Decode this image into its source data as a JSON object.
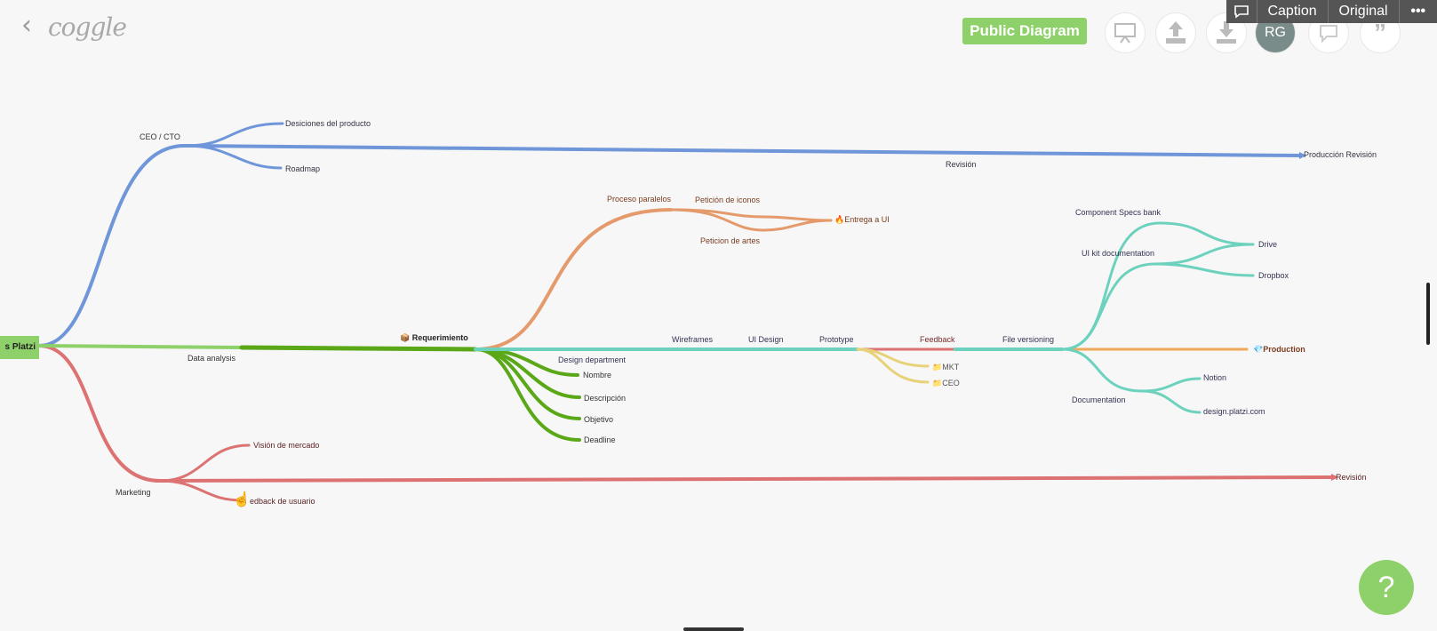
{
  "app": {
    "back_label": "‹",
    "logo": "coggle",
    "public_button": "Public Diagram",
    "avatar_initials": "RG",
    "overlay": {
      "caption": "Caption",
      "original": "Original",
      "more": "•••"
    },
    "help_label": "?"
  },
  "colors": {
    "blue": "#6f96d9",
    "orange": "#e59a6c",
    "green": "#5aa818",
    "lightgreen": "#8ed06a",
    "teal": "#6dd2bd",
    "red": "#dc7272",
    "yellow": "#e7d27a",
    "gold": "#f0a95a",
    "root": "#8ed06a"
  },
  "icons": {
    "presentation": "presentation-icon",
    "share": "share-icon",
    "download": "download-icon",
    "caption": "speech-bubble-icon",
    "quote": "quote-icon",
    "cursor": "hand-cursor-icon",
    "fire": "fire-emoji",
    "box": "package-emoji",
    "gem": "gem-emoji",
    "folder": "folder-emoji"
  },
  "mindmap": {
    "root": "s Platzi",
    "nodes": {
      "ceo": "CEO / CTO",
      "desiciones": "Desiciones del producto",
      "roadmap": "Roadmap",
      "revision_top": "Revisión",
      "produccion_revision": "Producción Revisión",
      "proceso": "Proceso paralelos",
      "peticion_iconos": "Petición de iconos",
      "peticion_artes": "Peticion de artes",
      "entrega": "Entrega a UI",
      "requerimiento": "Requerimiento",
      "data_analysis": "Data analysis",
      "design_department": "Design department",
      "nombre": "Nombre",
      "descripcion": "Descripción",
      "objetivo": "Objetivo",
      "deadline": "Deadline",
      "wireframes": "Wireframes",
      "ui_design": "UI Design",
      "prototype": "Prototype",
      "feedback": "Feedback",
      "mkt": "MKT",
      "ceo2": "CEO",
      "file_versioning": "File versioning",
      "component_specs": "Component Specs bank",
      "ui_kit": "UI kit documentation",
      "drive": "Drive",
      "dropbox": "Dropbox",
      "production": "Production",
      "documentation": "Documentation",
      "notion": "Notion",
      "design_platzi": "design.platzi.com",
      "marketing": "Marketing",
      "vision": "Visión de mercado",
      "feedback_usuario": "edback de usuario",
      "revision_bottom": "Revisión"
    }
  }
}
